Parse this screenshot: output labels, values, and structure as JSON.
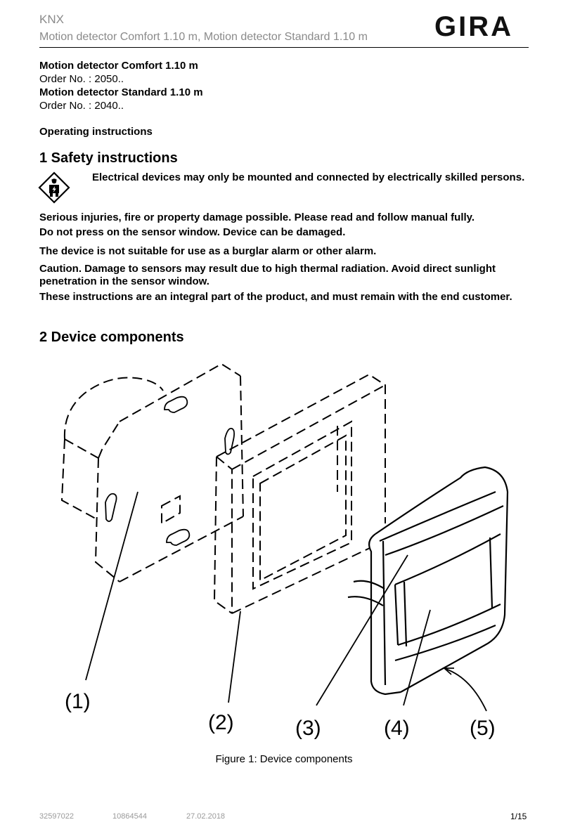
{
  "header": {
    "category": "KNX",
    "subtitle": "Motion detector Comfort 1.10 m, Motion detector Standard 1.10 m",
    "logo": "GIRA"
  },
  "products": {
    "comfort_name": "Motion detector Comfort 1.10 m",
    "comfort_order": "Order No. : 2050..",
    "standard_name": "Motion detector Standard 1.10 m",
    "standard_order": "Order No. : 2040.."
  },
  "doc_type": "Operating instructions",
  "safety": {
    "heading": "1 Safety instructions",
    "icon": "electrician-warning-icon",
    "warning": "Electrical devices may only be mounted and connected by electrically skilled persons.",
    "paragraphs": [
      "Serious injuries, fire or property damage possible. Please read and follow manual fully.",
      "Do not press on the sensor window. Device can be damaged.",
      "The device is not suitable for use as a burglar alarm or other alarm.",
      "Caution. Damage to sensors may result due to high thermal radiation. Avoid direct sunlight penetration in the sensor window.",
      "These instructions are an integral part of the product, and must remain with the end customer."
    ]
  },
  "components": {
    "heading": "2 Device components",
    "callouts": [
      "(1)",
      "(2)",
      "(3)",
      "(4)",
      "(5)"
    ],
    "caption": "Figure 1: Device components"
  },
  "footer": {
    "doc_no": "32597022",
    "ref_no": "10864544",
    "date": "27.02.2018",
    "page": "1/15"
  }
}
